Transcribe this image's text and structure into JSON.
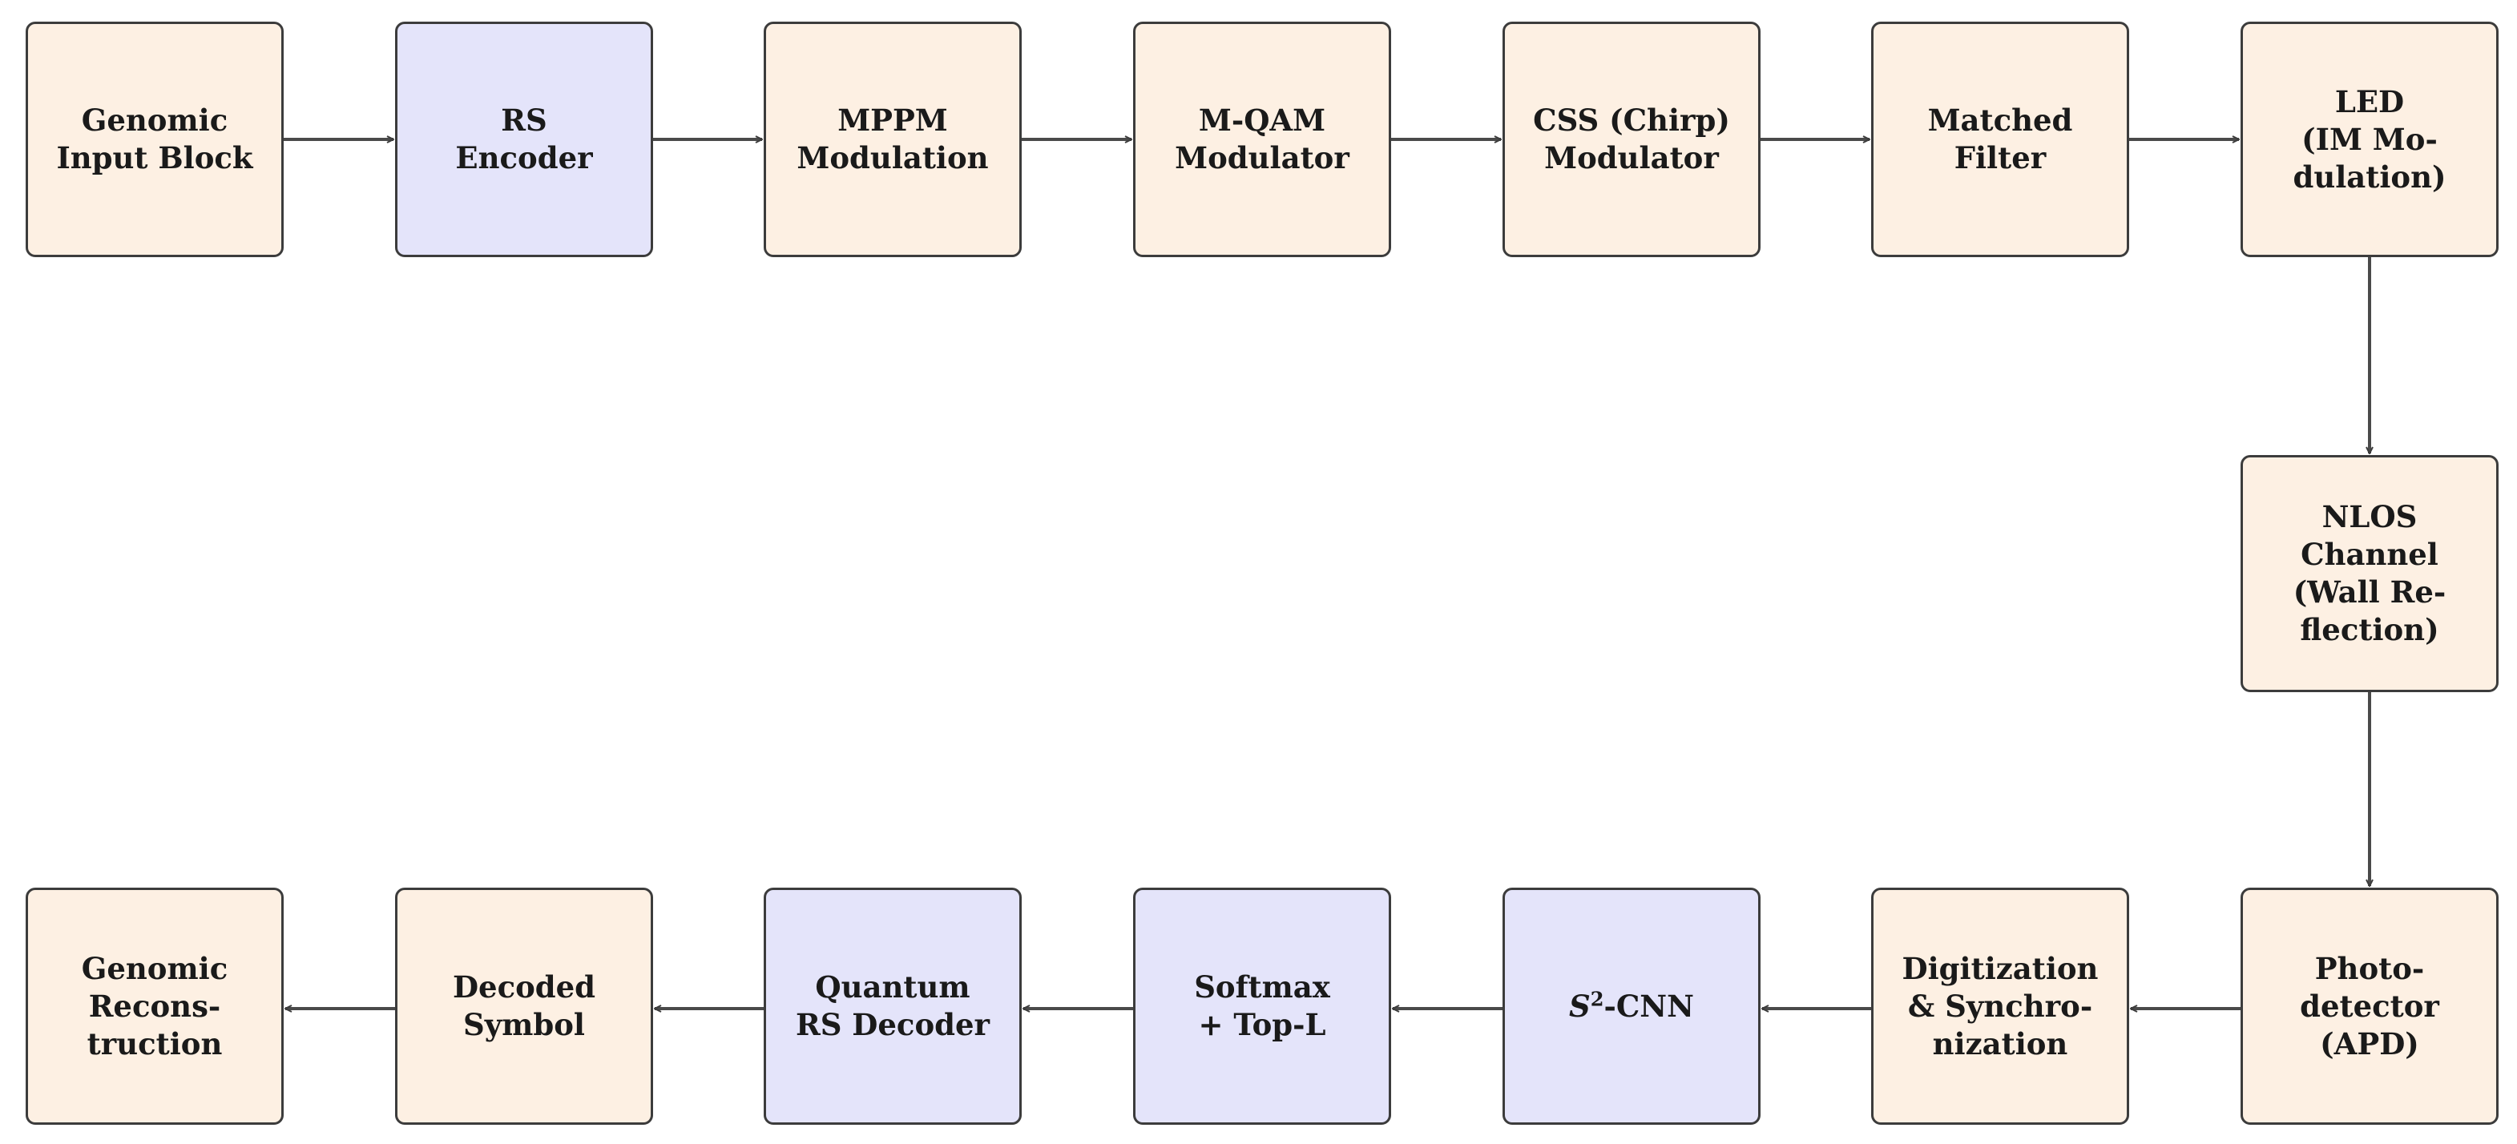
{
  "blocks": [
    {
      "id": "genomic-input-block",
      "label": "Genomic\nInput Block",
      "color": "#fdf0e3"
    },
    {
      "id": "rs-encoder",
      "label": "RS\nEncoder",
      "color": "#e4e4fa"
    },
    {
      "id": "mppm-modulation",
      "label": "MPPM\nModulation",
      "color": "#fdf0e3"
    },
    {
      "id": "m-qam-modulator",
      "label": "M-QAM\nModulator",
      "color": "#fdf0e3"
    },
    {
      "id": "css-chirp-modulator",
      "label": "CSS (Chirp)\nModulator",
      "color": "#fdf0e3"
    },
    {
      "id": "matched-filter",
      "label": "Matched\nFilter",
      "color": "#fdf0e3"
    },
    {
      "id": "led-im-modulation",
      "label": "LED\n(IM Mo-\ndulation)",
      "color": "#fdf0e3"
    },
    {
      "id": "nlos-channel",
      "label": "NLOS\nChannel\n(Wall Re-\nflection)",
      "color": "#fdf0e3"
    },
    {
      "id": "photodetector-apd",
      "label": "Photo-\ndetector\n(APD)",
      "color": "#fdf0e3"
    },
    {
      "id": "digitization-synchronization",
      "label": "Digitization\n& Synchro-\nnization",
      "color": "#fdf0e3"
    },
    {
      "id": "s2-cnn",
      "label_prefix": "S",
      "label_sup": "2",
      "label_suffix": "-CNN",
      "color": "#e4e4fa"
    },
    {
      "id": "softmax-top-l",
      "label": "Softmax\n+ Top-L",
      "color": "#e4e4fa"
    },
    {
      "id": "quantum-rs-decoder",
      "label": "Quantum\nRS Decoder",
      "color": "#e4e4fa"
    },
    {
      "id": "decoded-symbol",
      "label": "Decoded\nSymbol",
      "color": "#fdf0e3"
    },
    {
      "id": "genomic-reconstruction",
      "label": "Genomic\nRecons-\ntruction",
      "color": "#fdf0e3"
    }
  ],
  "colors": {
    "process_fill": "#fdf0e3",
    "ml_fill": "#e4e4fa",
    "stroke": "#3c3c3c"
  }
}
